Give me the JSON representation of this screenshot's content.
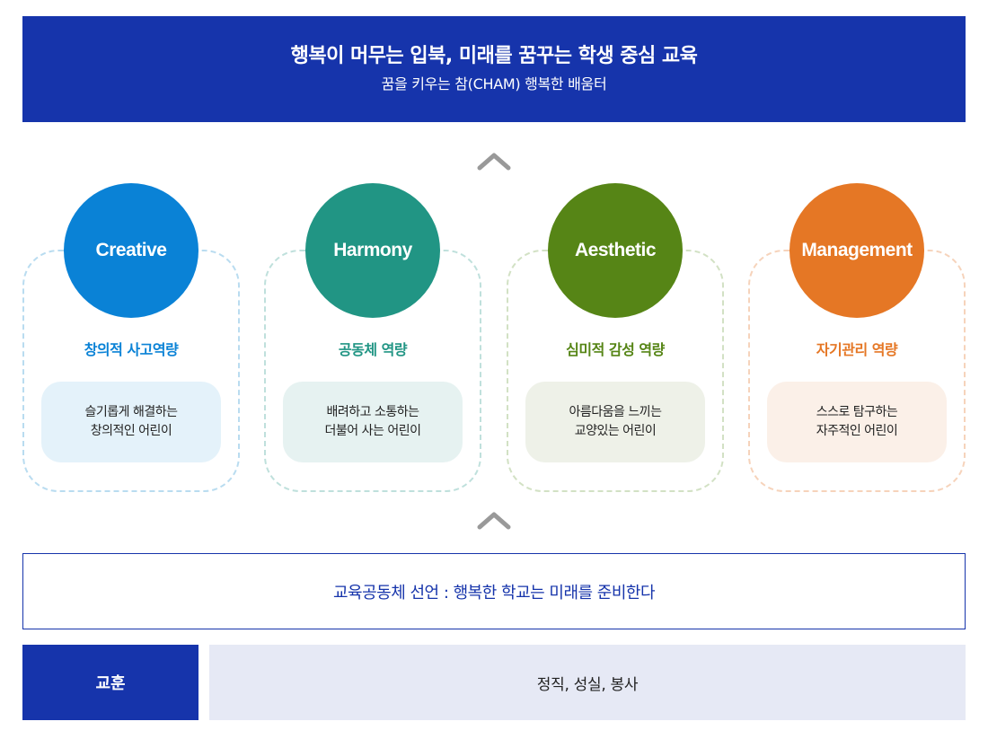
{
  "vision": {
    "title": "행복이 머무는 입북, 미래를 꿈꾸는 학생 중심 교육",
    "subtitle": "꿈을 키우는 참(CHAM) 행복한 배움터",
    "bg_color": "#1634ab"
  },
  "arrows": {
    "icon": "chevron-up-icon",
    "color": "#999999"
  },
  "competencies": [
    {
      "name": "Creative",
      "title": "창의적 사고역량",
      "desc_line1": "슬기롭게 해결하는",
      "desc_line2": "창의적인 어린이",
      "color": "#0a82d6",
      "border_color": "#b9dcf0",
      "desc_bg": "#e4f2fa"
    },
    {
      "name": "Harmony",
      "title": "공동체 역량",
      "desc_line1": "배려하고 소통하는",
      "desc_line2": "더불어 사는 어린이",
      "color": "#219584",
      "border_color": "#bfe0dc",
      "desc_bg": "#e6f2f1"
    },
    {
      "name": "Aesthetic",
      "title": "심미적 감성 역량",
      "desc_line1": "아름다움을 느끼는",
      "desc_line2": "교양있는 어린이",
      "color": "#568516",
      "border_color": "#d2e1c4",
      "desc_bg": "#eef1e8"
    },
    {
      "name": "Management",
      "title": "자기관리 역량",
      "desc_line1": "스스로 탐구하는",
      "desc_line2": "자주적인 어린이",
      "color": "#e57725",
      "border_color": "#f6d3bb",
      "desc_bg": "#fbf0e8"
    }
  ],
  "declaration": {
    "text": "교육공동체 선언 : 행복한 학교는 미래를 준비한다"
  },
  "motto": {
    "label": "교훈",
    "value": "정직, 성실, 봉사"
  }
}
